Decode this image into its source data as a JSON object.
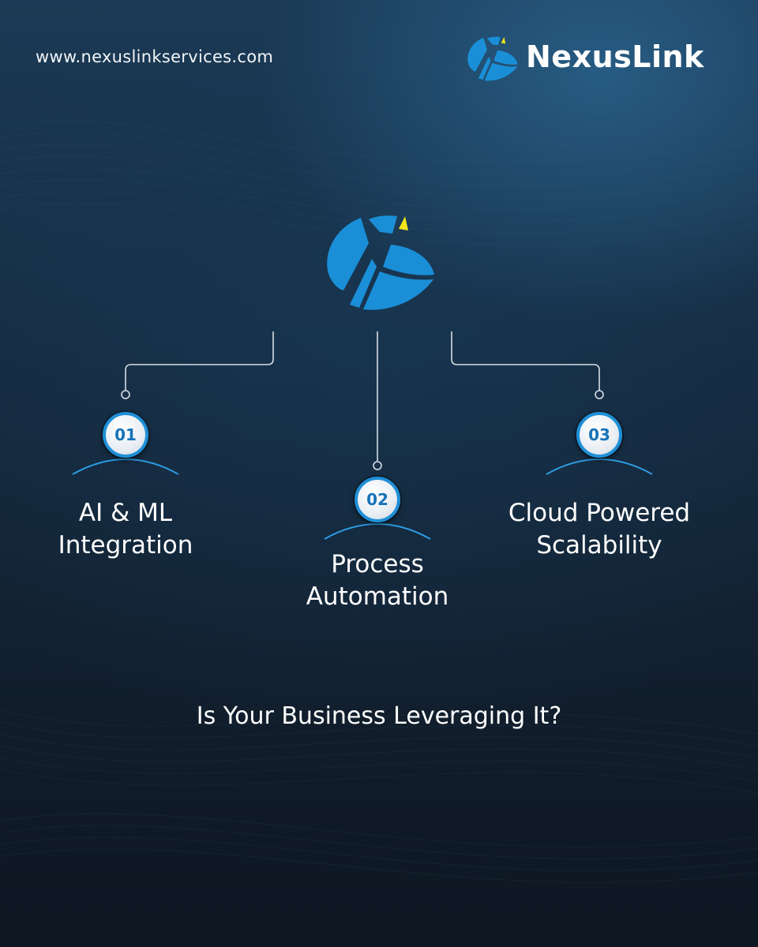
{
  "header": {
    "website": "www.nexuslinkservices.com",
    "brand_name": "NexusLink"
  },
  "icons": {
    "brand_logo": "nexuslink-logo-icon",
    "center_logo": "nexuslink-logo-icon"
  },
  "colors": {
    "brand_blue": "#1a8fd8",
    "accent_yellow": "#f2e51a",
    "badge_number": "#1673b8"
  },
  "features": [
    {
      "number": "01",
      "label_line1": "AI & ML",
      "label_line2": "Integration"
    },
    {
      "number": "02",
      "label_line1": "Process",
      "label_line2": "Automation"
    },
    {
      "number": "03",
      "label_line1": "Cloud Powered",
      "label_line2": "Scalability"
    }
  ],
  "question": "Is Your Business Leveraging It?"
}
